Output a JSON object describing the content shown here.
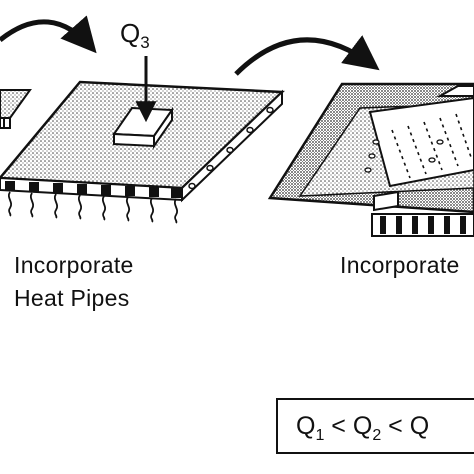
{
  "caption_left_line1": "Incorporate",
  "caption_left_line2": "Heat Pipes",
  "caption_right": "Incorporate",
  "q3": {
    "base": "Q",
    "sub": "3"
  },
  "inequality": {
    "q1": "Q",
    "q1_sub": "1",
    "op1": " < ",
    "q2": "Q",
    "q2_sub": "2",
    "op2": " < ",
    "q3": "Q"
  },
  "colors": {
    "ink": "#111111",
    "paper": "#ffffff",
    "dots": "#555555"
  }
}
